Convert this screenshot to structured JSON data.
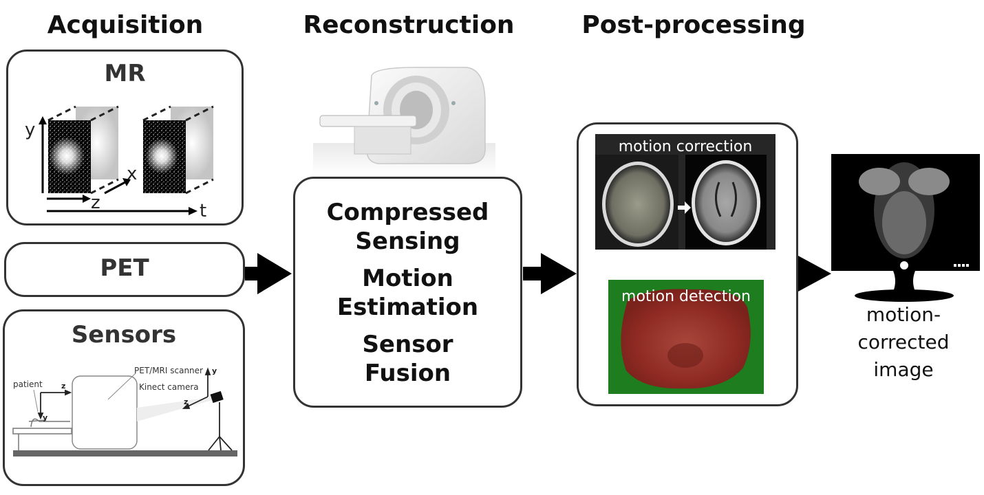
{
  "headings": {
    "acquisition": "Acquisition",
    "reconstruction": "Reconstruction",
    "postprocessing": "Post-processing"
  },
  "acquisition": {
    "mr": {
      "title": "MR",
      "axis_labels": {
        "y": "y",
        "z": "z",
        "x": "x",
        "t": "t"
      }
    },
    "pet": {
      "title": "PET"
    },
    "sensors": {
      "title": "Sensors",
      "sketch_labels": {
        "patient": "patient",
        "scanner": "PET/MRI scanner",
        "camera": "Kinect camera",
        "z_left": "z",
        "y_left": "y",
        "y_right": "y",
        "z_right": "z"
      }
    }
  },
  "reconstruction": {
    "methods": [
      [
        "Compressed",
        "Sensing"
      ],
      [
        "Motion",
        "Estimation"
      ],
      [
        "Sensor",
        "Fusion"
      ]
    ]
  },
  "postprocessing": {
    "motion_correction_label": "motion correction",
    "motion_detection_label": "motion detection"
  },
  "output": {
    "caption_lines": [
      "motion-",
      "corrected",
      "image"
    ]
  },
  "colors": {
    "border": "#333333",
    "detection_green": "#1e7d1e",
    "detection_red": "#8e2a22",
    "arrow": "#000000"
  }
}
